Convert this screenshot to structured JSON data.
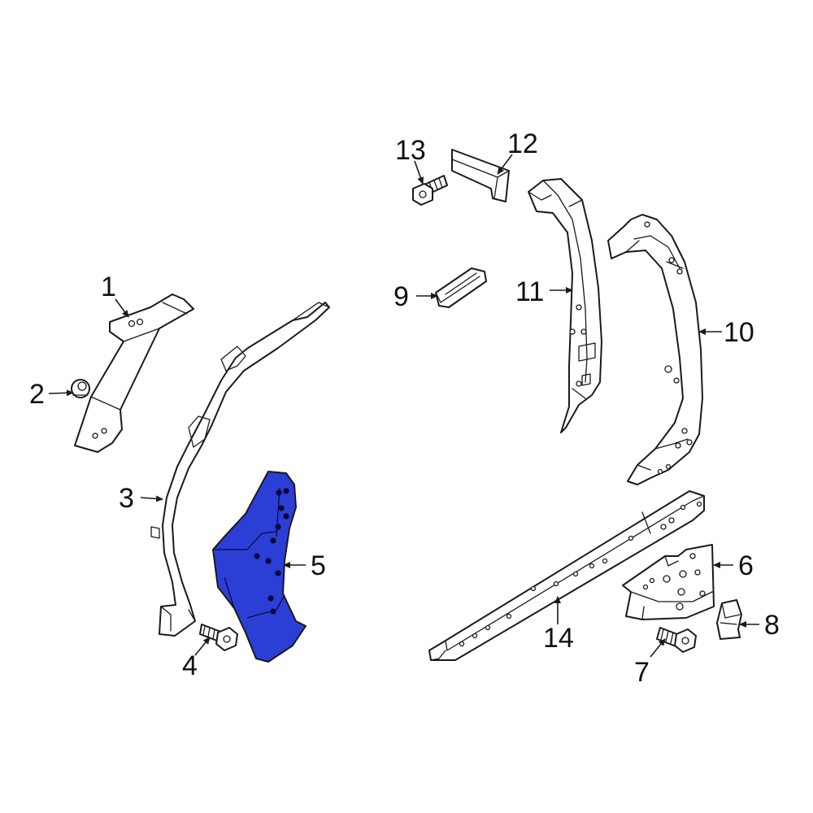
{
  "diagram": {
    "highlight_color": "#2b3fd6",
    "highlighted_part": "5",
    "callouts": [
      {
        "id": "c1",
        "label": "1"
      },
      {
        "id": "c2",
        "label": "2"
      },
      {
        "id": "c3",
        "label": "3"
      },
      {
        "id": "c4",
        "label": "4"
      },
      {
        "id": "c5",
        "label": "5"
      },
      {
        "id": "c6",
        "label": "6"
      },
      {
        "id": "c7",
        "label": "7"
      },
      {
        "id": "c8",
        "label": "8"
      },
      {
        "id": "c9",
        "label": "9"
      },
      {
        "id": "c10",
        "label": "10"
      },
      {
        "id": "c11",
        "label": "11"
      },
      {
        "id": "c12",
        "label": "12"
      },
      {
        "id": "c13",
        "label": "13"
      },
      {
        "id": "c14",
        "label": "14"
      }
    ]
  }
}
